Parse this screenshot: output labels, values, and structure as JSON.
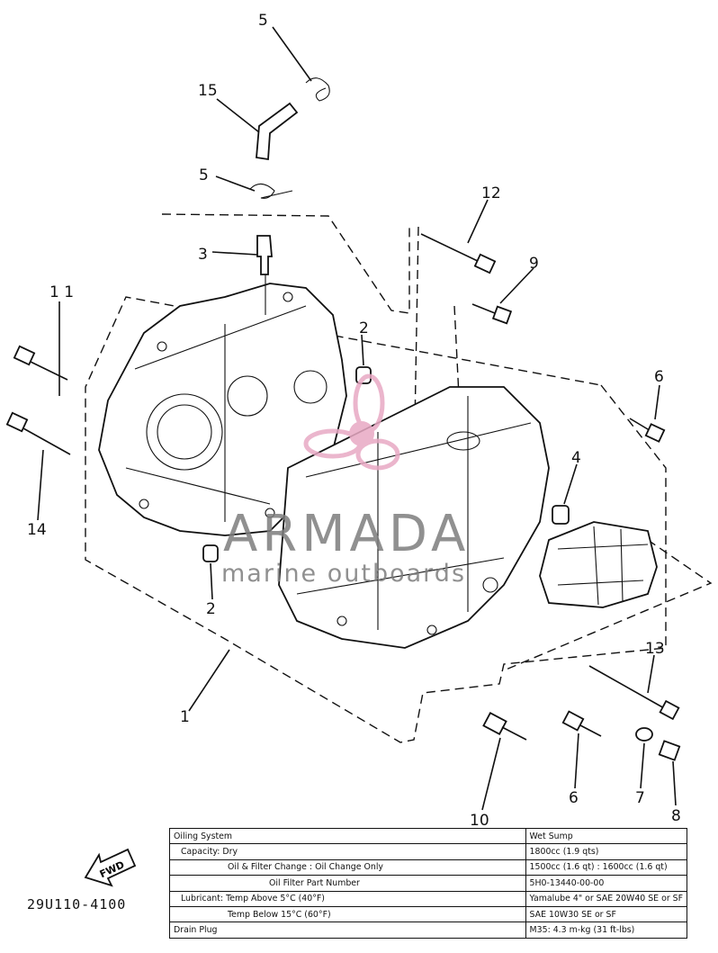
{
  "callouts": {
    "c5a": "5",
    "c15": "15",
    "c5b": "5",
    "c3": "3",
    "c12": "12",
    "c9": "9",
    "c11": "1 1",
    "c2a": "2",
    "c6a": "6",
    "c4": "4",
    "c14": "14",
    "c2b": "2",
    "c13": "13",
    "c1": "1",
    "c6b": "6",
    "c7": "7",
    "c8": "8",
    "c10": "10"
  },
  "fwd_label": "FWD",
  "part_code": "29U110-4100",
  "watermark": {
    "brand": "ARMADA",
    "tagline": "marine outboards",
    "color": "#e8a9c4"
  },
  "spec_table": [
    {
      "label": "Oiling System",
      "value": "Wet Sump"
    },
    {
      "label": "Capacity: Dry",
      "value": "1800cc (1.9 qts)"
    },
    {
      "label": "Oil & Filter Change : Oil Change Only",
      "value": "1500cc (1.6 qt) : 1600cc (1.6 qt)"
    },
    {
      "label": "Oil Filter Part Number",
      "value": "5H0-13440-00-00"
    },
    {
      "label": "Lubricant: Temp Above 5°C (40°F)",
      "value": "Yamalube 4\" or SAE 20W40 SE or SF"
    },
    {
      "label": "Temp Below 15°C (60°F)",
      "value": "SAE 10W30 SE or SF"
    },
    {
      "label": "Drain Plug",
      "value": "M35: 4.3 m-kg (31 ft-lbs)"
    }
  ]
}
